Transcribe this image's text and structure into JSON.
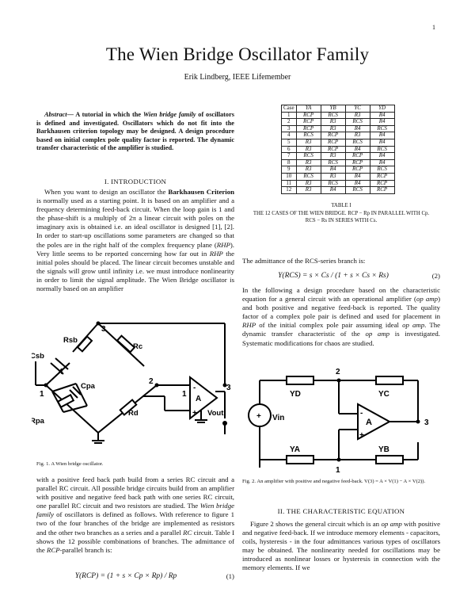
{
  "page_number": "1",
  "title": "The Wien Bridge Oscillator Family",
  "author": "Erik Lindberg, IEEE Lifemember",
  "abstract": {
    "label": "Abstract",
    "text_1": "— A tutorial in which the ",
    "emph": "Wien bridge family",
    "text_2": " of oscillators is defined and investigated. Oscillators which do not fit into the Barkhausen criterion topology may be designed. A design procedure based on initial complex pole quality factor is reported. The dynamic transfer characteristic of the amplifier is studied."
  },
  "section1": {
    "heading": "I. INTRODUCTION",
    "para1": [
      "When you want to design an oscillator the ",
      "Barkhausen Criterion",
      " is normally used as a starting point. It is based on an amplifier and a frequency determining feed-back circuit. When the loop gain is 1 and the phase-shift is a multiply of 2π a linear circuit with poles on the imaginary axis is obtained i.e. an ideal oscillator is designed [1], [2]. In order to start-up oscillations some parameters are changed so that the poles are in the right half of the complex frequency plane (",
      "RHP",
      "). Very little seems to be reported concerning how far out in ",
      "RHP",
      " the initial poles should be placed. The linear circuit becomes unstable and the signals will grow until infinity i.e. we must introduce nonlinearity in order to limit the signal amplitude. The Wien Bridge oscillator is normally based on an amplifier"
    ]
  },
  "figure1": {
    "caption": "Fig. 1.    A Wien bridge oscillator.",
    "labels": {
      "rsb": "Rsb",
      "rc": "Rc",
      "csb": "Csb",
      "cpa": "Cpa",
      "rpa": "Rpa",
      "rd": "Rd",
      "n1": "1",
      "n2": "2",
      "n3": "3",
      "n4": "4",
      "n1b": "1",
      "n3b": "3",
      "amp": "A",
      "plus": "+",
      "minus": "-",
      "vout": "Vout"
    }
  },
  "left_bottom": {
    "para": [
      "with a positive feed back path build from a series RC circuit and a parallel RC circuit. All possible bridge circuits build from an amplifier with positive and negative feed back path with one series RC circuit, one parallel RC circuit and two resistors are studied. The ",
      "Wien bridge family",
      " of oscillators is defined as follows. With reference to figure 1 two of the four branches of the bridge are implemented as resistors and the other two branches as a series and a parallel ",
      "RC",
      " circuit. Table I shows the 12 possible combinations of branches. The admittance of the ",
      "RCP",
      "-parallel branch is:"
    ],
    "eq1": "Y(RCP)  =  (1 + s × Cp × Rp) / Rp",
    "eq1_num": "(1)"
  },
  "table1": {
    "headers": [
      "Case",
      "YA",
      "YB",
      "YC",
      "YD"
    ],
    "rows": [
      [
        "1",
        "RCP",
        "RCS",
        "R3",
        "R4"
      ],
      [
        "2",
        "RCP",
        "R3",
        "RCS",
        "R4"
      ],
      [
        "3",
        "RCP",
        "R3",
        "R4",
        "RCS"
      ],
      [
        "4",
        "RCS",
        "RCP",
        "R3",
        "R4"
      ],
      [
        "5",
        "R3",
        "RCP",
        "RCS",
        "R4"
      ],
      [
        "6",
        "R3",
        "RCP",
        "R4",
        "RCS"
      ],
      [
        "7",
        "RCS",
        "R3",
        "RCP",
        "R4"
      ],
      [
        "8",
        "R3",
        "RCS",
        "RCP",
        "R4"
      ],
      [
        "9",
        "R3",
        "R4",
        "RCP",
        "RCS"
      ],
      [
        "10",
        "RCS",
        "R3",
        "R4",
        "RCP"
      ],
      [
        "11",
        "R3",
        "RCS",
        "R4",
        "RCP"
      ],
      [
        "12",
        "R3",
        "R4",
        "RCS",
        "RCP"
      ]
    ],
    "label": "TABLE I",
    "caption": "THE 12 CASES OF THE WIEN BRIDGE. RCP − Rp IN PARALLEL WITH Cp. RCS − Rs IN SERIES WITH Cs."
  },
  "right_text": {
    "admittance_intro": "The admittance of the RCS-series branch is:",
    "eq2": "Y(RCS)  =  s × Cs / (1 + s × Cs × Rs)",
    "eq2_num": "(2)",
    "para": [
      "In the following a design procedure based on the characteristic equation for a general circuit with an operational amplifier (",
      "op amp",
      ") and both positive and negative feed-back is reported. The quality factor of a complex pole pair is defined and used for placement in ",
      "RHP",
      " of the initial complex pole pair assuming ideal ",
      "op amp",
      ". The dynamic transfer characteristic of the ",
      "op amp",
      " is investigated. Systematic modifications for chaos are studied."
    ]
  },
  "figure2": {
    "caption": "Fig. 2.    An amplifier with positive and negative feed-back. V(3) = A × V(1) − A × V(2)).",
    "labels": {
      "yd": "YD",
      "yc": "YC",
      "ya": "YA",
      "yb": "YB",
      "vin": "Vin",
      "n1": "1",
      "n2": "2",
      "n3": "3",
      "amp": "A",
      "plus": "+",
      "minus": "-",
      "src_plus": "+"
    }
  },
  "section2": {
    "heading": "II. THE CHARACTERISTIC EQUATION",
    "para": [
      "Figure 2 shows the general circuit which is an ",
      "op amp",
      " with positive and negative feed-back. If we introduce memory elements - capacitors, coils, hysteresis - in the four admittances various types of oscillators may be obtained. The nonlinearity needed for oscillations may be introduced as nonlinear losses or hysteresis in connection with the memory elements. If we"
    ]
  }
}
